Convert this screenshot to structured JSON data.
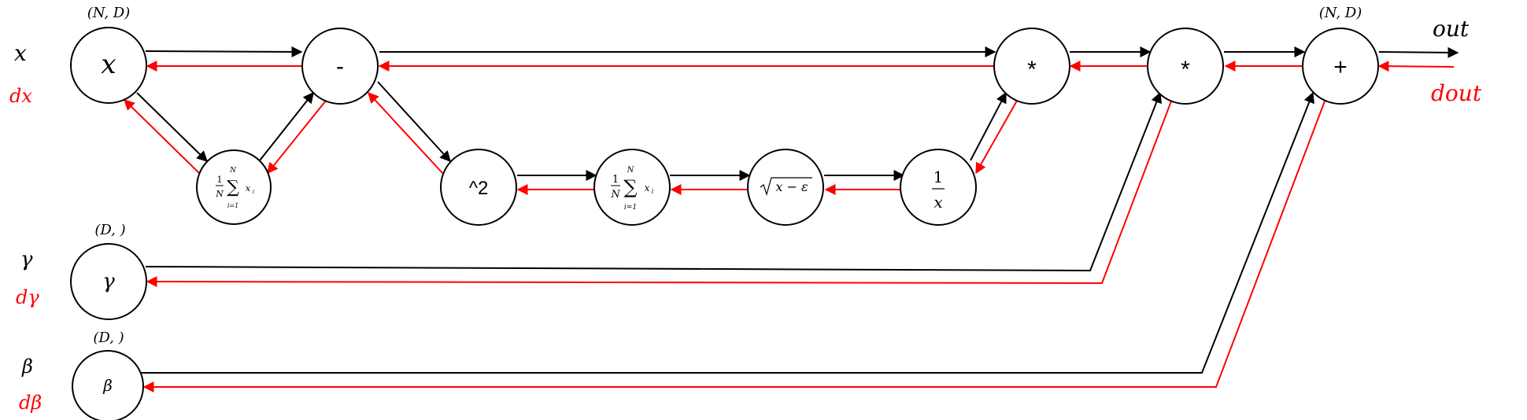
{
  "inputs": {
    "x": {
      "label": "x",
      "grad": "dx",
      "node_text": "x",
      "shape": "(N, D)"
    },
    "gamma": {
      "label": "γ",
      "grad": "dγ",
      "node_text": "γ",
      "shape": "(D, )"
    },
    "beta": {
      "label": "β",
      "grad": "dβ",
      "node_text": "β",
      "shape": "(D, )"
    }
  },
  "nodes": {
    "mean1": {
      "frac_top": "1",
      "frac_bot": "N",
      "sum_top": "N",
      "sum_bot": "i=1",
      "term": "x",
      "term_sub": "i"
    },
    "minus": {
      "text": "-"
    },
    "square": {
      "text": "^2"
    },
    "mean2": {
      "frac_top": "1",
      "frac_bot": "N",
      "sum_top": "N",
      "sum_bot": "i=1",
      "term": "x",
      "term_sub": "i"
    },
    "sqrt": {
      "text": "x − ε"
    },
    "inverse": {
      "num": "1",
      "den": "x"
    },
    "mul1": {
      "text": "*"
    },
    "mul2": {
      "text": "*"
    },
    "plus": {
      "text": "+",
      "shape": "(N, D)"
    }
  },
  "output": {
    "label": "out",
    "grad": "dout"
  },
  "colors": {
    "forward": "#000000",
    "backward": "#ff0000"
  }
}
